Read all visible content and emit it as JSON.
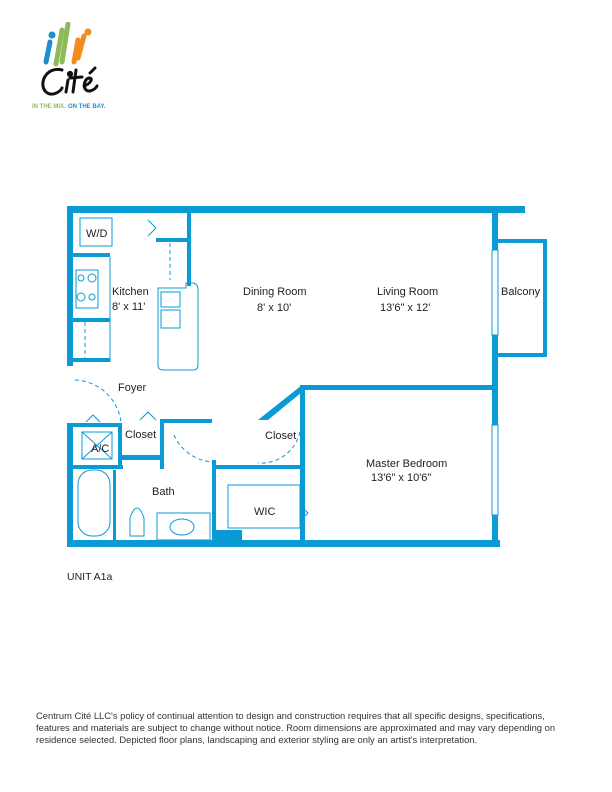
{
  "brand": {
    "name": "Cité",
    "tagline_part1": "IN THE MIX.",
    "tagline_part2": "ON THE BAY.",
    "colors": {
      "blue": "#1d8fd1",
      "green": "#8dbb5a",
      "orange": "#f28c1e",
      "wall": "#0a9ad6"
    }
  },
  "rooms": {
    "wd": "W/D",
    "kitchen": "Kitchen",
    "kitchen_dim": "8' x 11'",
    "dining": "Dining Room",
    "dining_dim": "8' x 10'",
    "living": "Living Room",
    "living_dim": "13'6\" x 12'",
    "balcony": "Balcony",
    "foyer": "Foyer",
    "closet1": "Closet",
    "ac": "A/C",
    "closet2": "Closet",
    "bath": "Bath",
    "wic": "WIC",
    "master": "Master Bedroom",
    "master_dim": "13'6\" x 10'6\""
  },
  "unit_label": "UNIT A1a",
  "disclaimer": "Centrum Cité LLC's policy of continual attention to design and construction requires that all specific designs, specifications, features and materials are subject to change without notice. Room dimensions are approximated and may vary depending on residence selected. Depicted floor plans, landscaping and exterior styling are only an artist's interpretation."
}
